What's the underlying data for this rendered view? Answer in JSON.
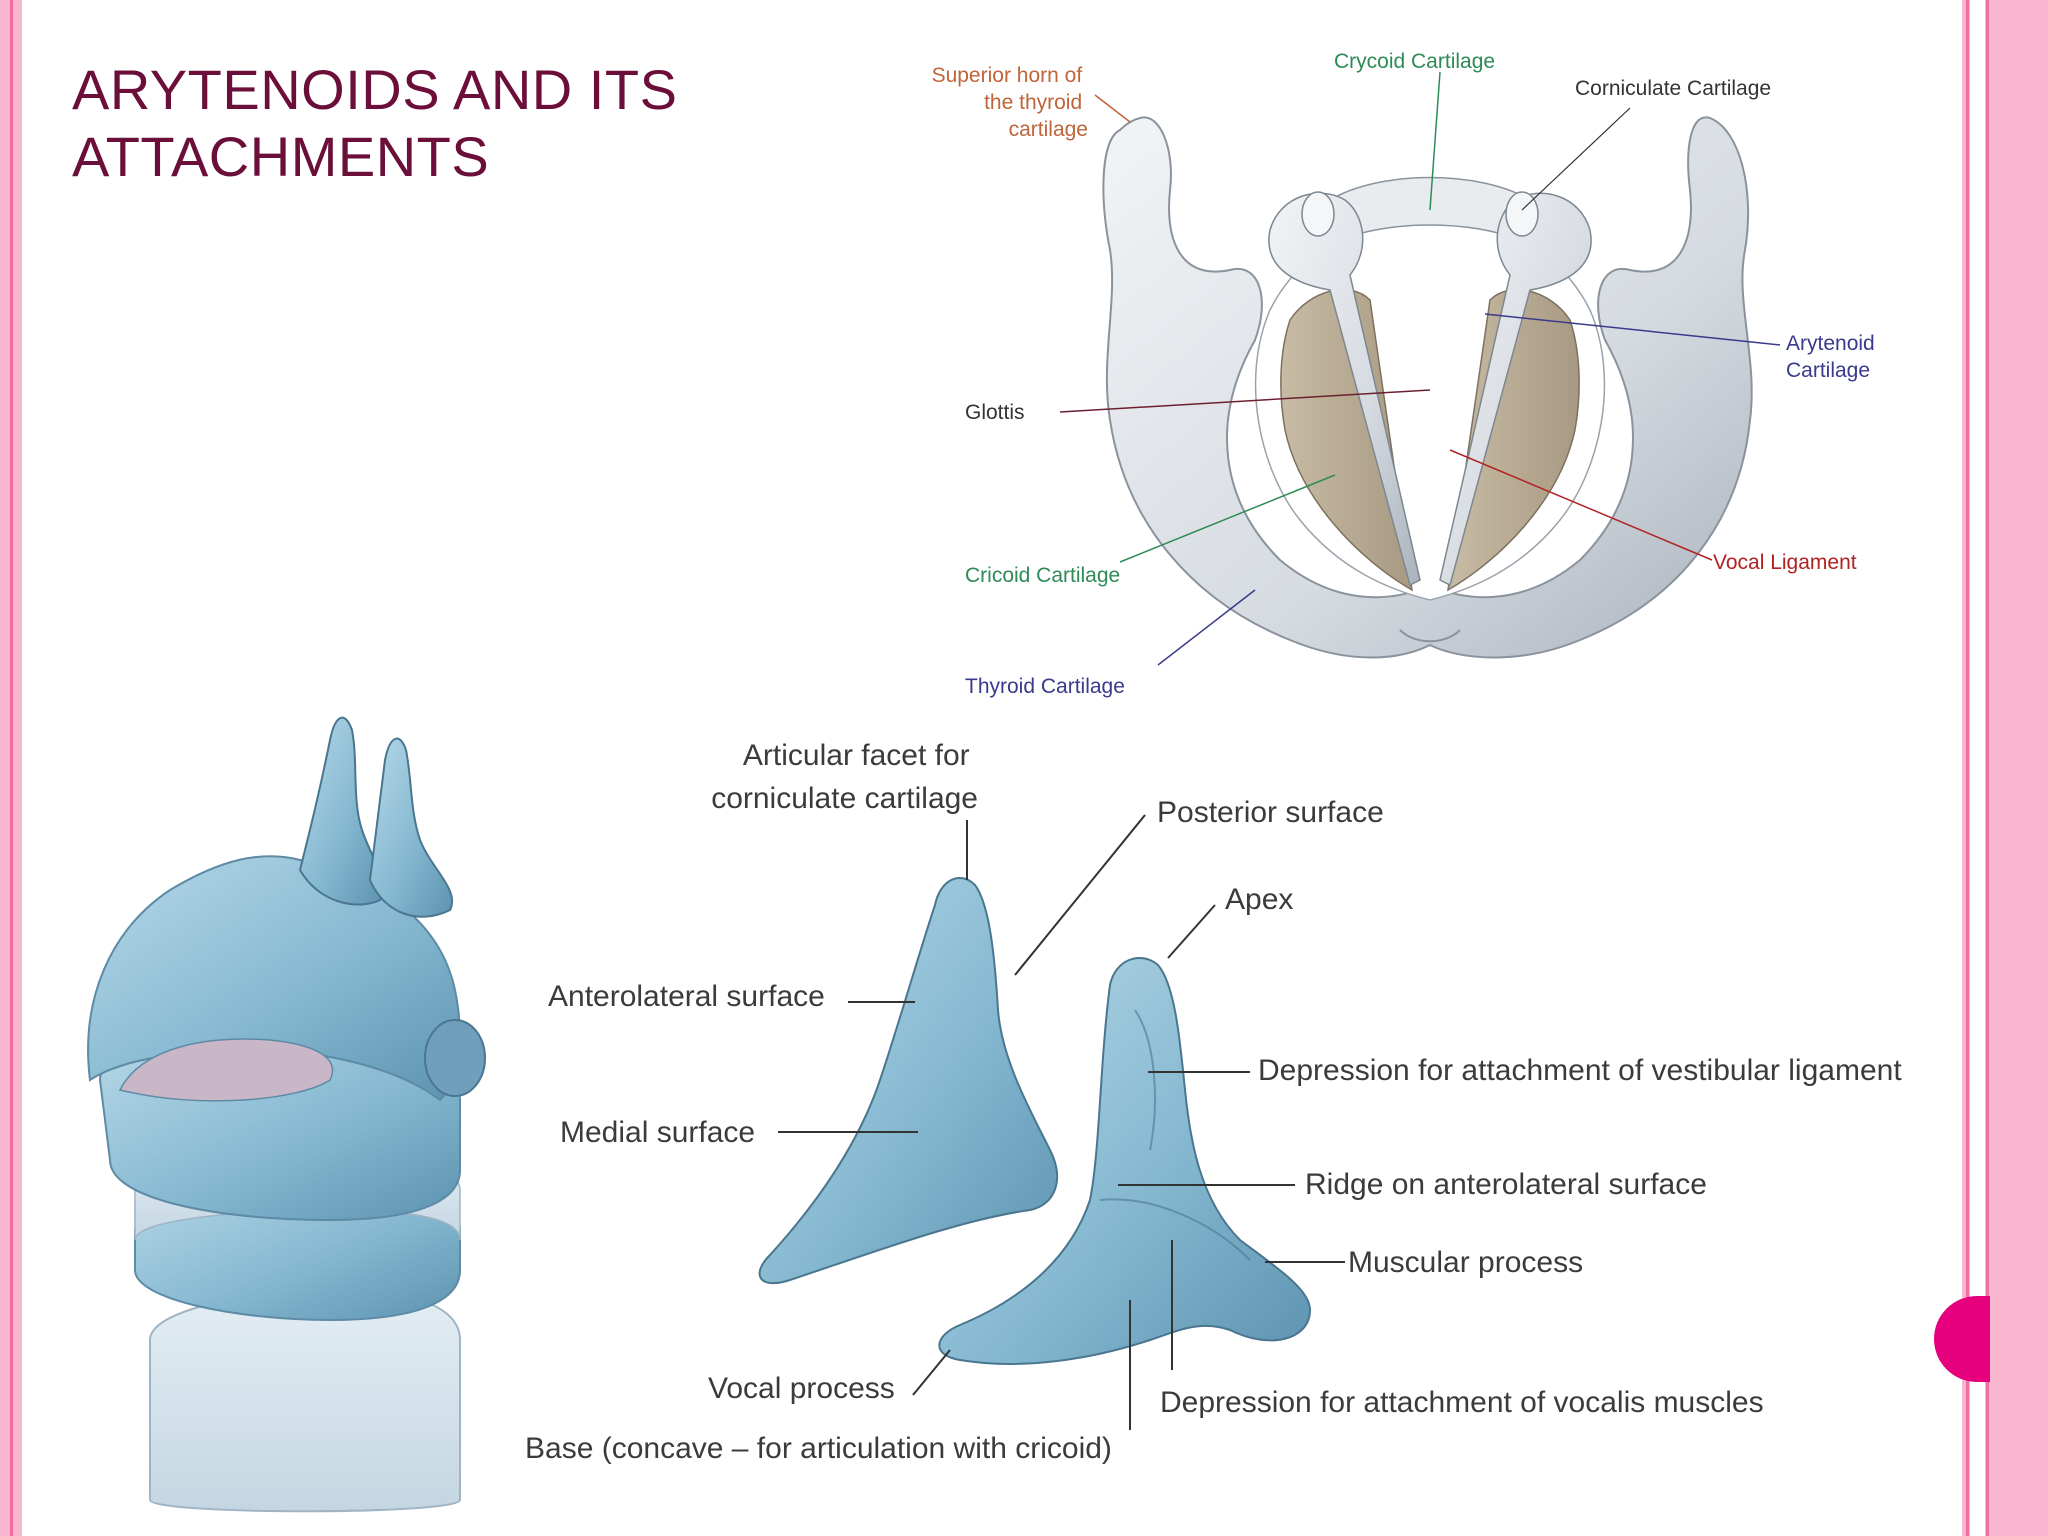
{
  "slide": {
    "title_line1": "ARYTENOIDS  AND ITS",
    "title_line2": "ATTACHMENTS"
  },
  "larynx_diagram": {
    "labels": {
      "superior_horn_l1": "Superior horn of",
      "superior_horn_l2": "the thyroid",
      "superior_horn_l3": "cartilage",
      "crycoid": "Crycoid Cartilage",
      "corniculate": "Corniculate Cartilage",
      "arytenoid_l1": "Arytenoid",
      "arytenoid_l2": "Cartilage",
      "glottis": "Glottis",
      "vocal_ligament": "Vocal Ligament",
      "cricoid": "Cricoid Cartilage",
      "thyroid": "Thyroid Cartilage"
    }
  },
  "arytenoid_diagram": {
    "labels": {
      "articular_facet_l1": "Articular facet for",
      "articular_facet_l2": "corniculate cartilage",
      "posterior_surface": "Posterior surface",
      "apex": "Apex",
      "anterolateral_surface": "Anterolateral surface",
      "depression_vestibular": "Depression for attachment of vestibular ligament",
      "medial_surface": "Medial surface",
      "ridge": "Ridge on anterolateral surface",
      "muscular_process": "Muscular process",
      "vocal_process": "Vocal process",
      "depression_vocalis": "Depression for attachment of vocalis muscles",
      "base": "Base (concave – for articulation with cricoid)"
    }
  },
  "colors": {
    "title": "#6b0f3a",
    "frame_pink": "#f8b7cf",
    "frame_line": "#f06ea4",
    "accent_magenta": "#e6007e",
    "cartilage_blue": "#8fbdd3",
    "cartilage_grey": "#d9dde3",
    "label_orange": "#c0643a",
    "label_green": "#2e8b57",
    "label_navy": "#3a3a8c",
    "label_red": "#b22222"
  }
}
